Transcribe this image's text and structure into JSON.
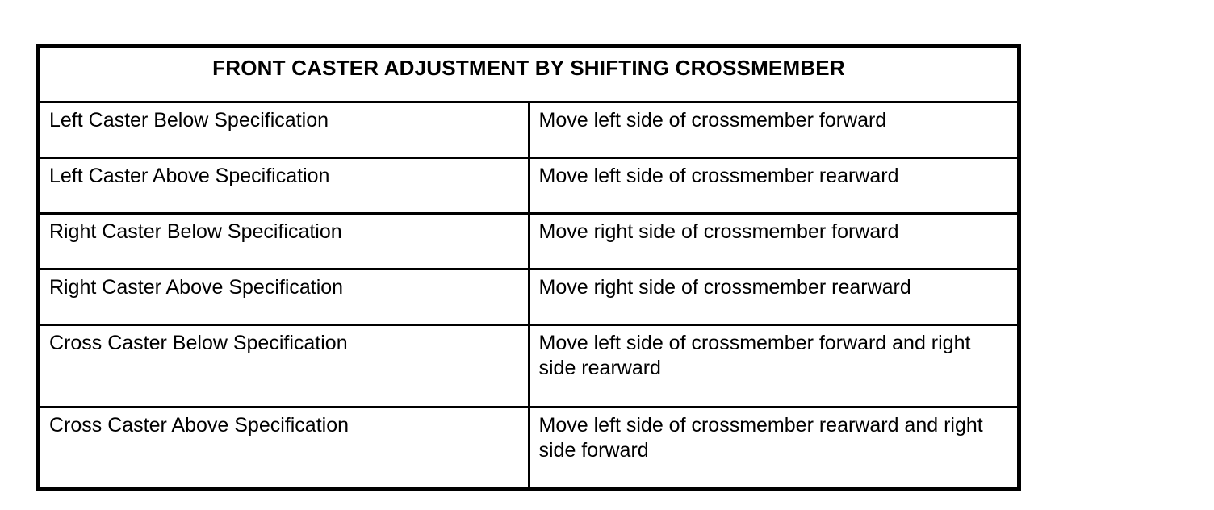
{
  "document": {
    "title": "FRONT CASTER ADJUSTMENT BY SHIFTING CROSSMEMBER",
    "background_color": "#ffffff",
    "text_color": "#000000",
    "border_color": "#000000"
  },
  "table": {
    "header": {
      "title": "FRONT CASTER ADJUSTMENT BY SHIFTING CROSSMEMBER"
    },
    "rows": [
      {
        "condition": "Left Caster Below Specification",
        "action": "Move left side of crossmember forward"
      },
      {
        "condition": "Left Caster Above Specification",
        "action": "Move left side of crossmember rearward"
      },
      {
        "condition": "Right Caster Below Specification",
        "action": "Move right side of crossmember forward"
      },
      {
        "condition": "Right Caster Above Specification",
        "action": "Move right side of crossmember rearward"
      },
      {
        "condition": "Cross Caster Below Specification",
        "action": "Move left side of crossmember forward and right side rearward"
      },
      {
        "condition": "Cross Caster Above Specification",
        "action": "Move left side of crossmember rearward and right side forward"
      }
    ]
  }
}
